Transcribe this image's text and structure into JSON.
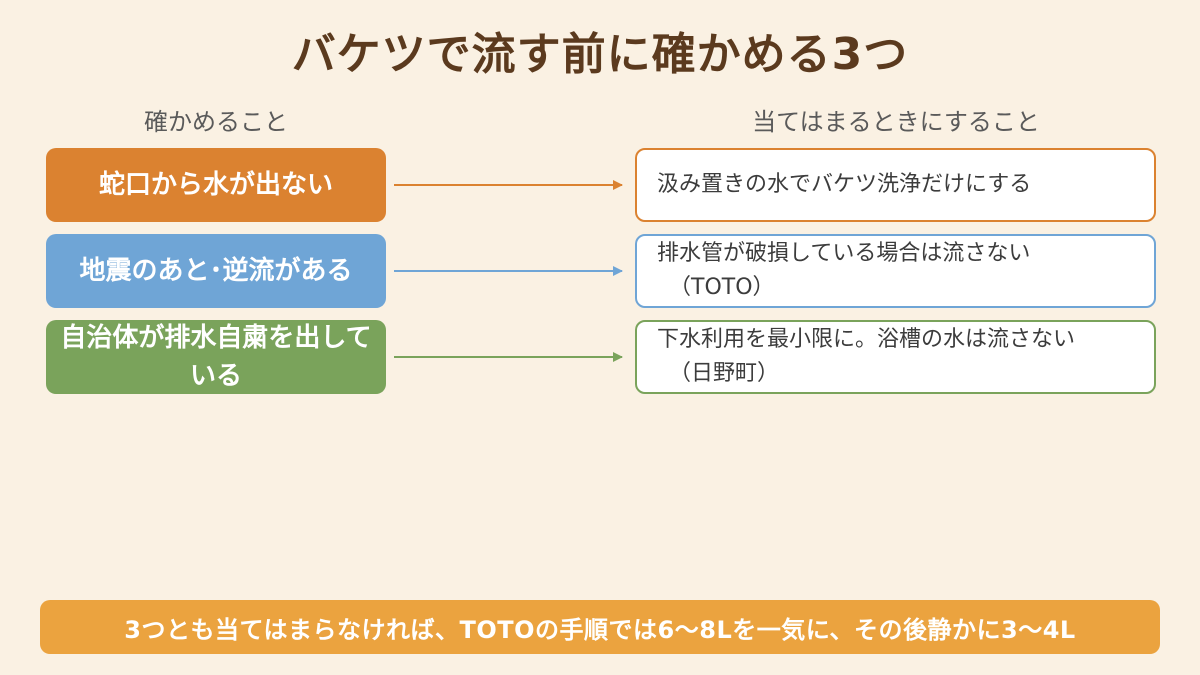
{
  "title": "バケツで流す前に確かめる3つ",
  "headers": {
    "check": "確かめること",
    "action": "当てはまるときにすること"
  },
  "rows": [
    {
      "check": "蛇口から水が出ない",
      "action_line1": "汲み置きの水でバケツ洗浄だけにする",
      "action_line2": "",
      "color": "#db8230"
    },
    {
      "check": "地震のあと･逆流がある",
      "action_line1": "排水管が破損している場合は流さない",
      "action_line2": "（TOTO）",
      "color": "#6fa5d6"
    },
    {
      "check": "自治体が排水自粛を出している",
      "action_line1": "下水利用を最小限に。浴槽の水は流さない",
      "action_line2": "（日野町）",
      "color": "#7aa35b"
    }
  ],
  "footer": "3つとも当てはまらなければ、TOTOの手順では6～8Lを一気に、その後静かに3～4L"
}
